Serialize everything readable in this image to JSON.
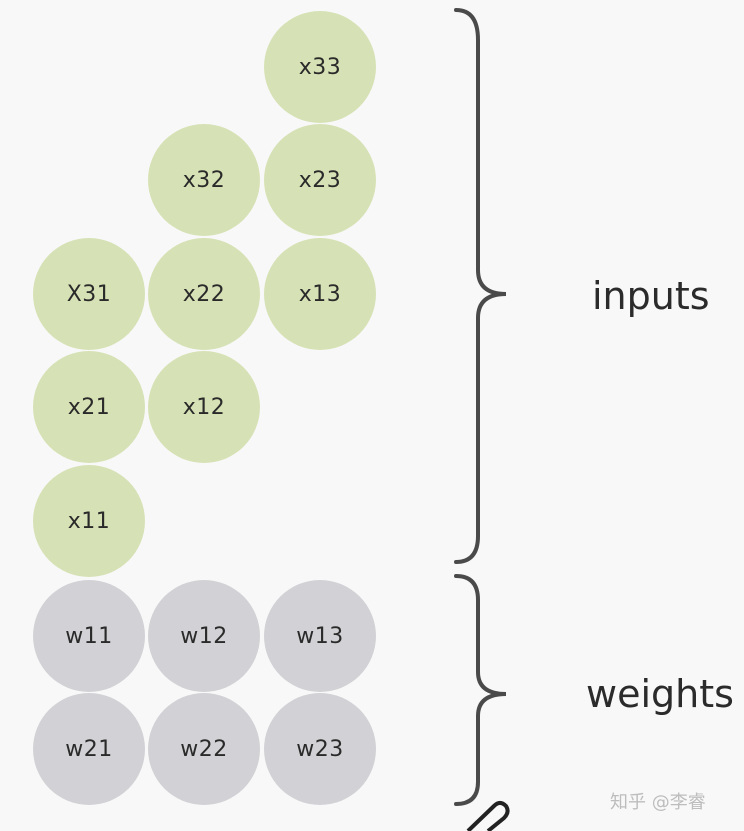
{
  "colors": {
    "input_node": "#d6e2b5",
    "weight_node": "#d2d2d6",
    "brace": "#4a4a4a",
    "background": "#f8f8f8"
  },
  "inputs": {
    "label": "inputs",
    "nodes": [
      {
        "label": "x33",
        "col": 2,
        "row": 0
      },
      {
        "label": "x32",
        "col": 1,
        "row": 1
      },
      {
        "label": "x23",
        "col": 2,
        "row": 1
      },
      {
        "label": "X31",
        "col": 0,
        "row": 2
      },
      {
        "label": "x22",
        "col": 1,
        "row": 2
      },
      {
        "label": "x13",
        "col": 2,
        "row": 2
      },
      {
        "label": "x21",
        "col": 0,
        "row": 3
      },
      {
        "label": "x12",
        "col": 1,
        "row": 3
      },
      {
        "label": "x11",
        "col": 0,
        "row": 4
      }
    ]
  },
  "weights": {
    "label": "weights",
    "nodes": [
      {
        "label": "w11",
        "col": 0,
        "row": 0
      },
      {
        "label": "w12",
        "col": 1,
        "row": 0
      },
      {
        "label": "w13",
        "col": 2,
        "row": 0
      },
      {
        "label": "w21",
        "col": 0,
        "row": 1
      },
      {
        "label": "w22",
        "col": 1,
        "row": 1
      },
      {
        "label": "w23",
        "col": 2,
        "row": 1
      }
    ]
  },
  "watermark": "知乎 @李睿"
}
